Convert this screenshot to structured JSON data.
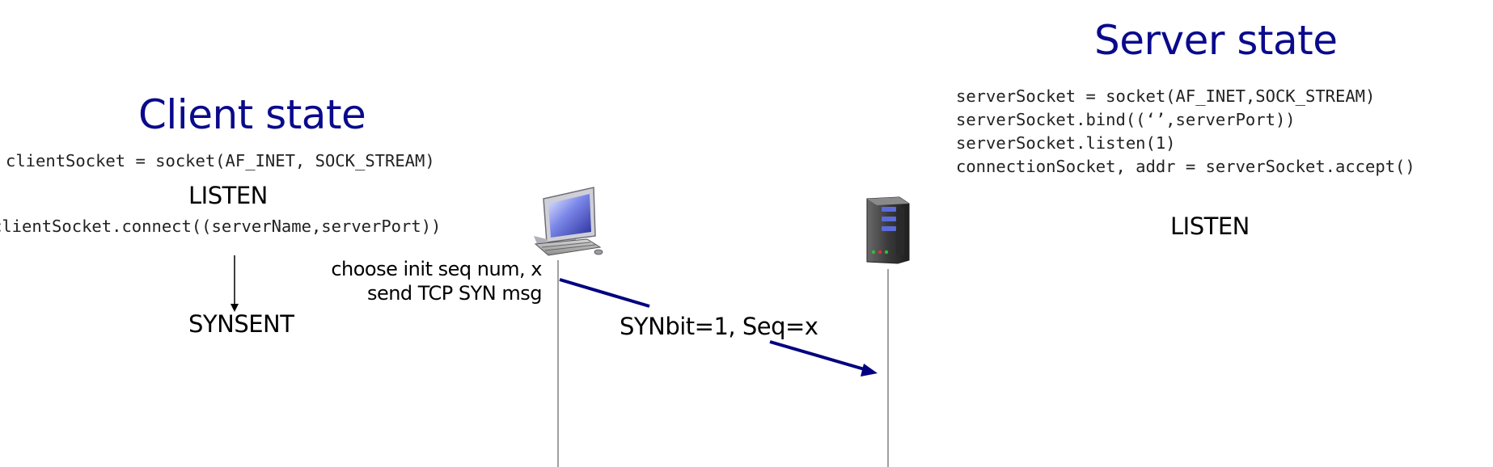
{
  "client": {
    "title": "Client state",
    "code": "clientSocket = socket(AF_INET, SOCK_STREAM)",
    "state_listen": "LISTEN",
    "connect_code": "clientSocket.connect((serverName,serverPort))",
    "state_synsent": "SYNSENT",
    "action_line1": "choose init seq num, x",
    "action_line2": "send TCP SYN msg"
  },
  "server": {
    "title": "Server state",
    "code_lines": [
      "serverSocket = socket(AF_INET,SOCK_STREAM)",
      "serverSocket.bind((‘’,serverPort))",
      "serverSocket.listen(1)",
      "connectionSocket, addr = serverSocket.accept()"
    ],
    "state_listen": "LISTEN"
  },
  "message": {
    "label": "SYNbit=1, Seq=x"
  },
  "icons": {
    "client": "desktop-computer-icon",
    "server": "server-tower-icon"
  },
  "colors": {
    "title": "#0a0a8c",
    "arrow": "#000080",
    "timeline": "#888888"
  }
}
